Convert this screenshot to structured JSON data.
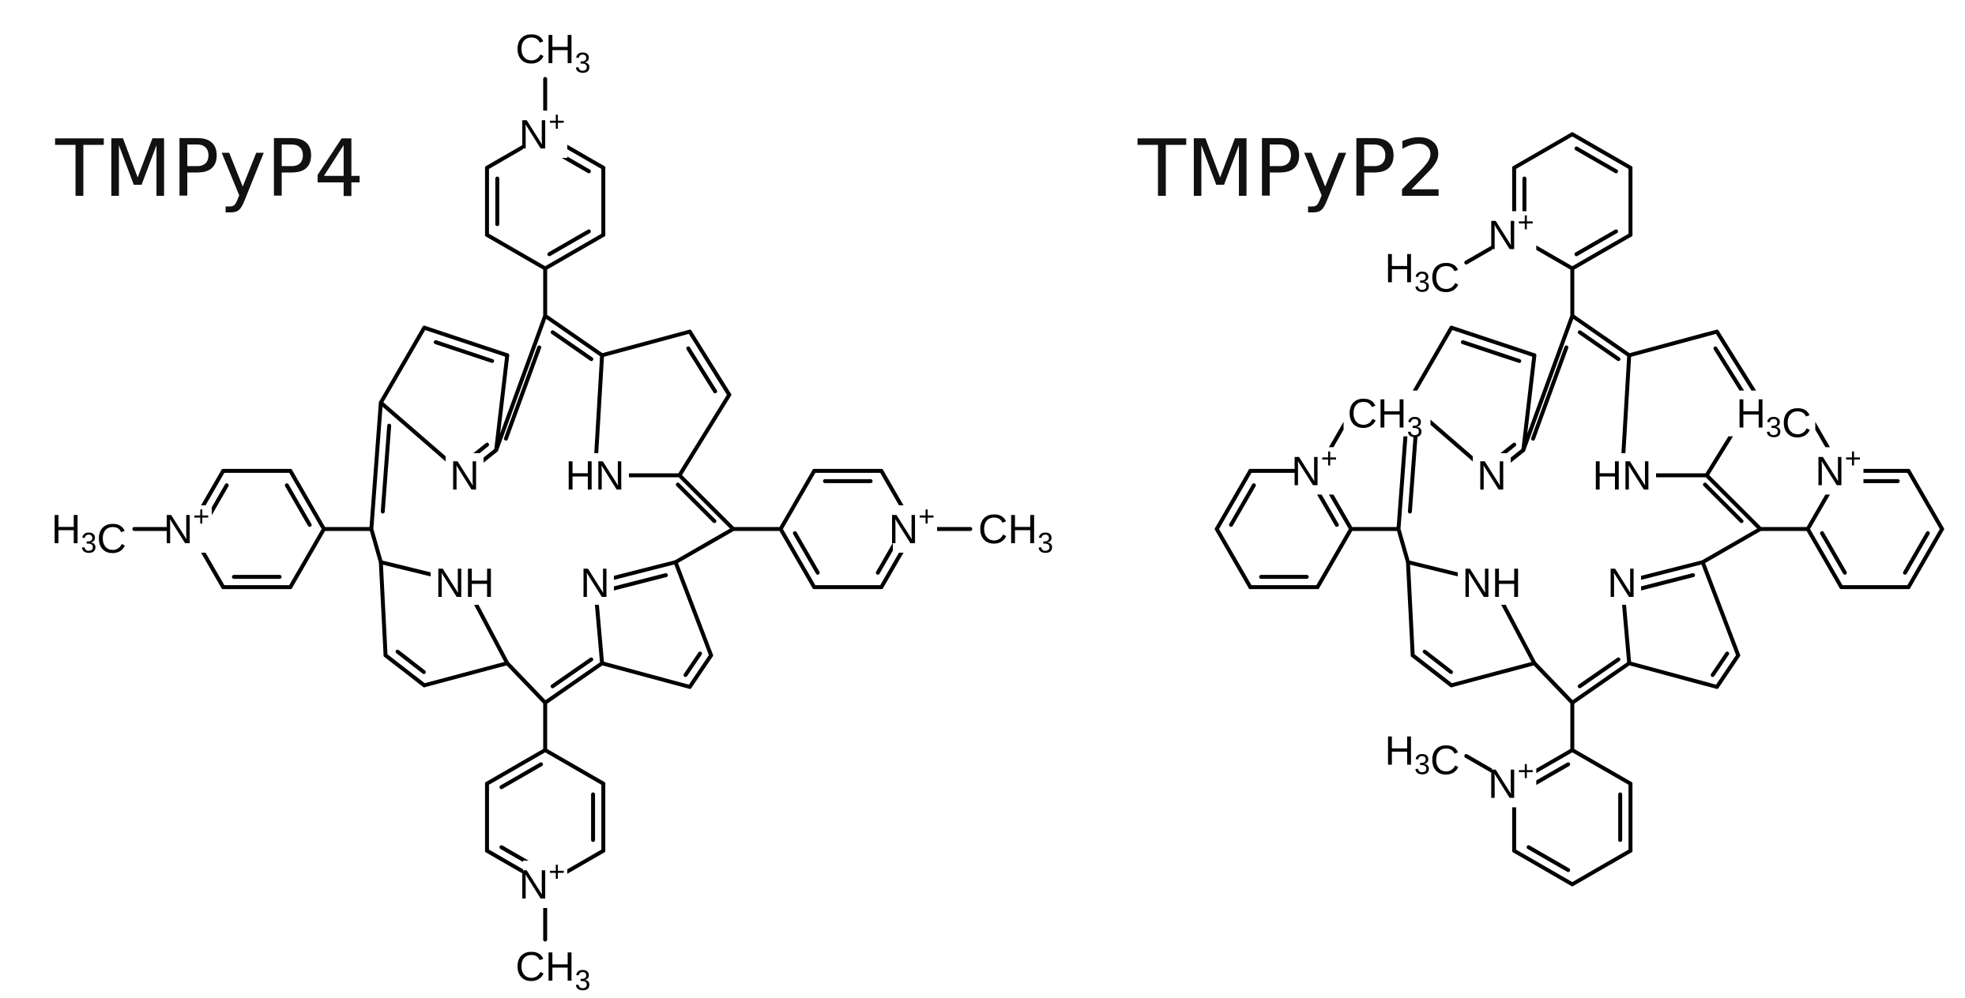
{
  "molecules": [
    {
      "name": "TMPyP4",
      "ring_labels": {
        "n_left": "N",
        "hn_right": "HN",
        "nh_left": "NH",
        "n_right": "N"
      },
      "substituent_position": "para",
      "methyl_text": "CH",
      "methyl_sub": "3",
      "methyl_left_text": "H",
      "methyl_left_sub": "3",
      "methyl_left_tail": "C",
      "pyridinium_n": "N",
      "charge": "+"
    },
    {
      "name": "TMPyP2",
      "ring_labels": {
        "n_left": "N",
        "hn_right": "HN",
        "nh_left": "NH",
        "n_right": "N"
      },
      "substituent_position": "ortho",
      "methyl_text": "CH",
      "methyl_sub": "3",
      "methyl_left_text": "H",
      "methyl_left_sub": "3",
      "methyl_left_tail": "C",
      "pyridinium_n": "N",
      "charge": "+"
    }
  ],
  "colors": {
    "ink": "#000000",
    "background": "#ffffff"
  }
}
